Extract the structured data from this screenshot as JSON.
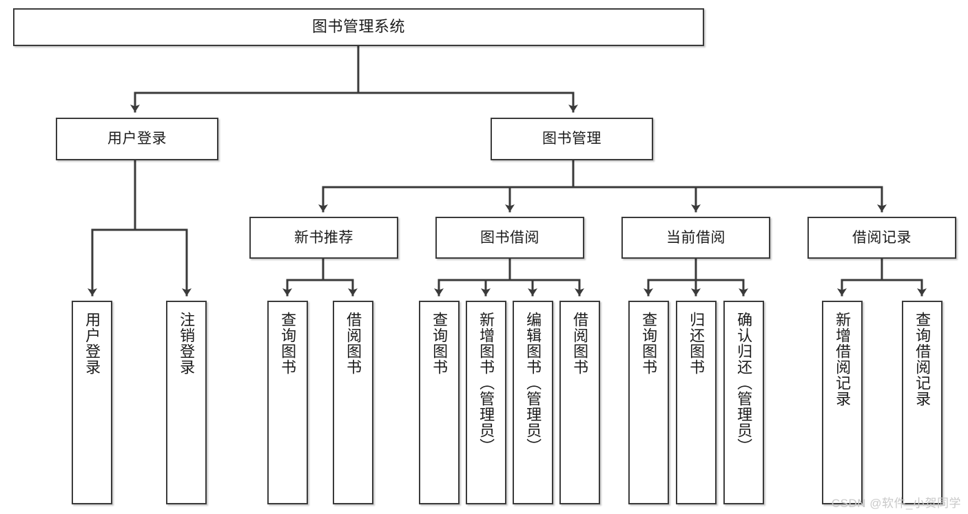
{
  "diagram": {
    "title": "图书管理系统",
    "type": "tree-hierarchy",
    "colors": {
      "box_border": "#3a3a3a",
      "box_fill": "#ffffff",
      "edge": "#3a3a3a",
      "text": "#1b1b1b",
      "watermark": "#c9c9c9"
    },
    "root": {
      "label": "图书管理系统"
    },
    "level2": [
      {
        "label": "用户登录"
      },
      {
        "label": "图书管理"
      }
    ],
    "level3": [
      {
        "label": "新书推荐"
      },
      {
        "label": "图书借阅"
      },
      {
        "label": "当前借阅"
      },
      {
        "label": "借阅记录"
      }
    ],
    "leaves": [
      {
        "label": "用户登录",
        "parent": "用户登录"
      },
      {
        "label": "注销登录",
        "parent": "用户登录"
      },
      {
        "label": "查询图书",
        "parent": "新书推荐"
      },
      {
        "label": "借阅图书",
        "parent": "新书推荐"
      },
      {
        "label": "查询图书",
        "parent": "图书借阅"
      },
      {
        "label": "新增图书（管理员）",
        "parent": "图书借阅"
      },
      {
        "label": "编辑图书（管理员）",
        "parent": "图书借阅"
      },
      {
        "label": "借阅图书",
        "parent": "图书借阅"
      },
      {
        "label": "查询图书",
        "parent": "当前借阅"
      },
      {
        "label": "归还图书",
        "parent": "当前借阅"
      },
      {
        "label": "确认归还（管理员）",
        "parent": "当前借阅"
      },
      {
        "label": "新增借阅记录",
        "parent": "借阅记录"
      },
      {
        "label": "查询借阅记录",
        "parent": "借阅记录"
      }
    ]
  },
  "watermark": {
    "text": "CSDN @软件_小贺同学"
  }
}
